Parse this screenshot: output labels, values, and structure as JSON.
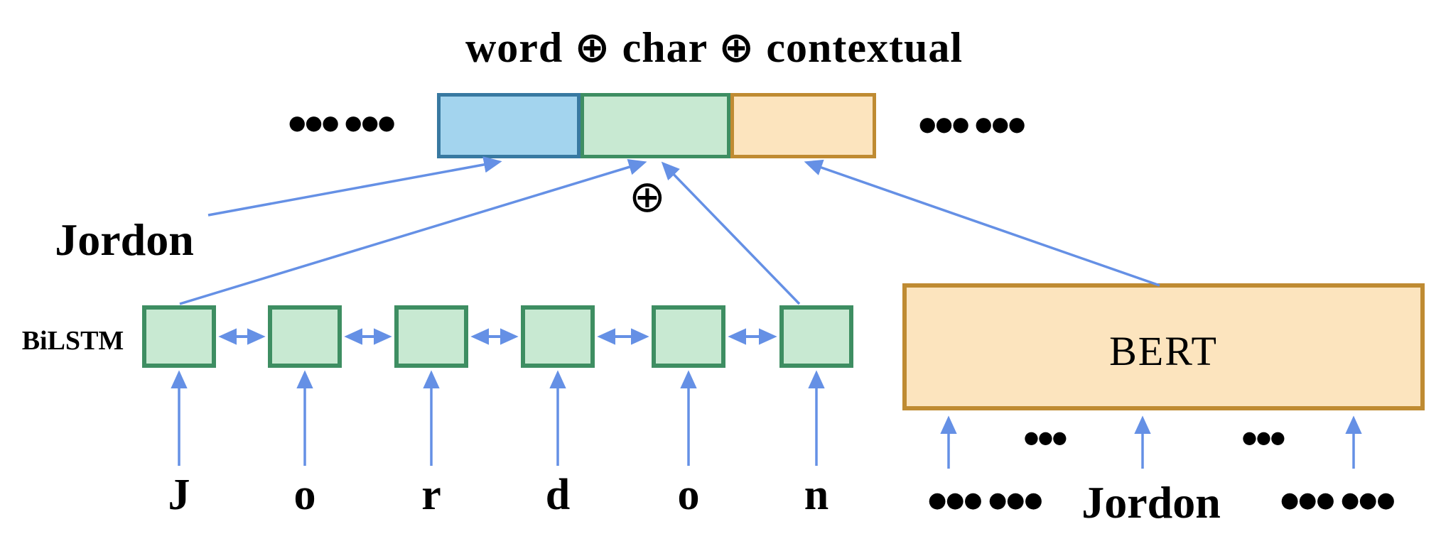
{
  "figure": {
    "title": "word ⊕ char ⊕ contextual",
    "concat_symbol": "⊕",
    "word_label": "Jordon",
    "left_ellipsis": "●●● ●●●",
    "right_ellipsis": "●●● ●●●"
  },
  "embedding_bar": {
    "segments": [
      {
        "name": "word",
        "fill": "#A3D4EE",
        "border": "#3879A1"
      },
      {
        "name": "char",
        "fill": "#C8E9D2",
        "border": "#3E8E62"
      },
      {
        "name": "contextual",
        "fill": "#FCE4BE",
        "border": "#BF8B32"
      }
    ]
  },
  "bilstm": {
    "label": "BiLSTM",
    "characters": [
      "J",
      "o",
      "r",
      "d",
      "o",
      "n"
    ],
    "cell_fill": "#C8E9D2",
    "cell_border": "#3E8E62"
  },
  "bert": {
    "label": "BERT",
    "fill": "#FCE4BE",
    "border": "#BF8B32",
    "input_ellipses": [
      "●●●",
      "●●●"
    ],
    "bottom_left_ellipsis": "●●● ●●●",
    "bottom_word": "Jordon",
    "bottom_right_ellipsis": "●●● ●●●"
  },
  "colors": {
    "arrow": "#6590E5",
    "text": "#000000",
    "background": "#FFFFFF"
  }
}
